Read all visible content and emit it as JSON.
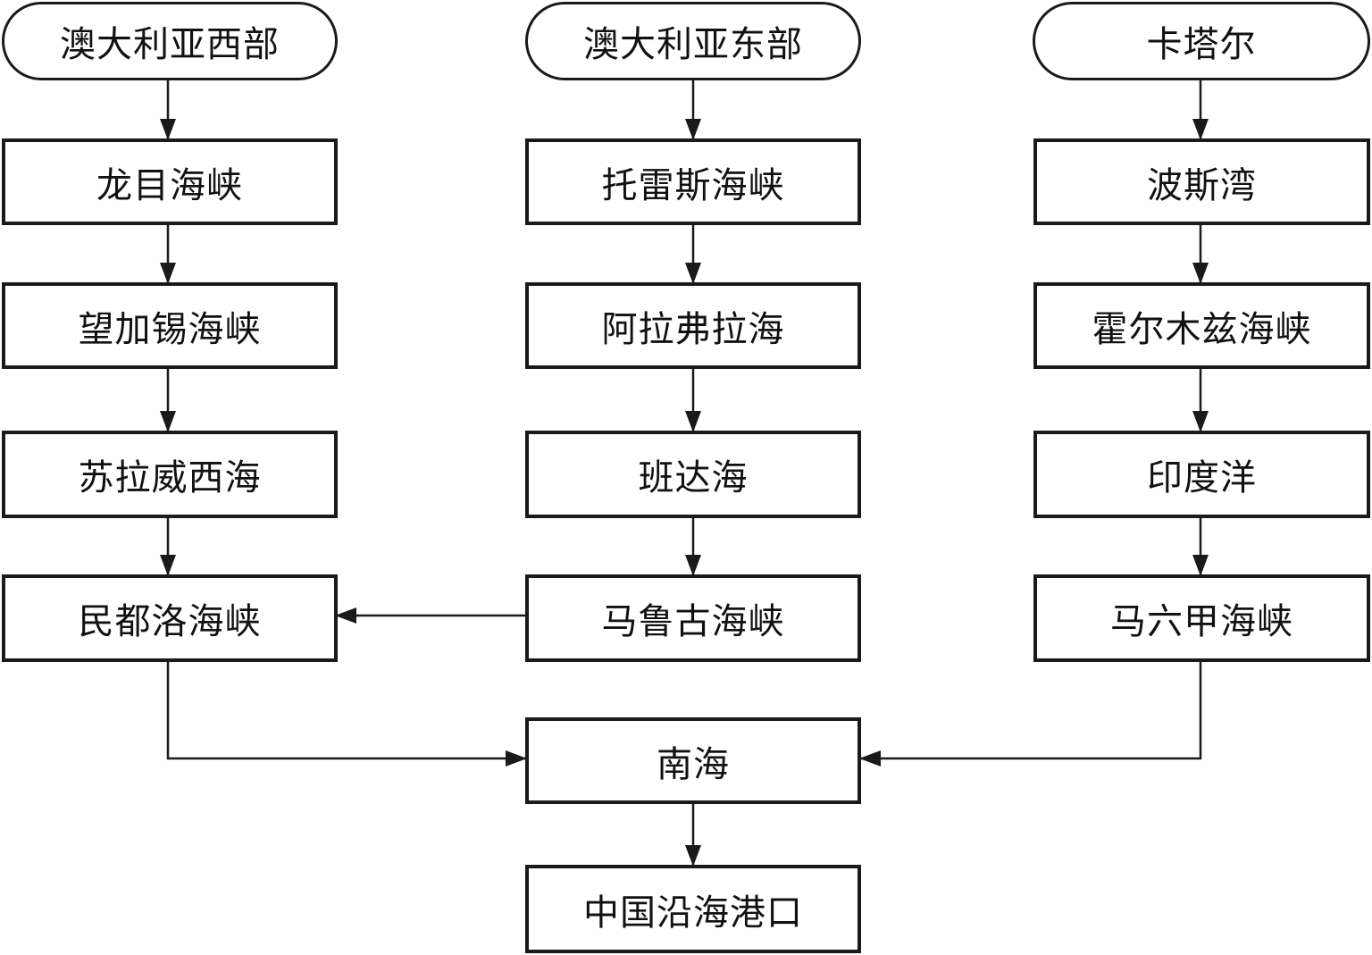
{
  "columns": {
    "west_australia": {
      "start": "澳大利亚西部",
      "steps": [
        "龙目海峡",
        "望加锡海峡",
        "苏拉威西海",
        "民都洛海峡"
      ]
    },
    "east_australia": {
      "start": "澳大利亚东部",
      "steps": [
        "托雷斯海峡",
        "阿拉弗拉海",
        "班达海",
        "马鲁古海峡"
      ]
    },
    "qatar": {
      "start": "卡塔尔",
      "steps": [
        "波斯湾",
        "霍尔木兹海峡",
        "印度洋",
        "马六甲海峡"
      ]
    }
  },
  "merge": {
    "south_sea": "南海",
    "destination": "中国沿海港口"
  },
  "colors": {
    "stroke": "#1a1a1a",
    "text": "#111111",
    "background": "#ffffff"
  }
}
